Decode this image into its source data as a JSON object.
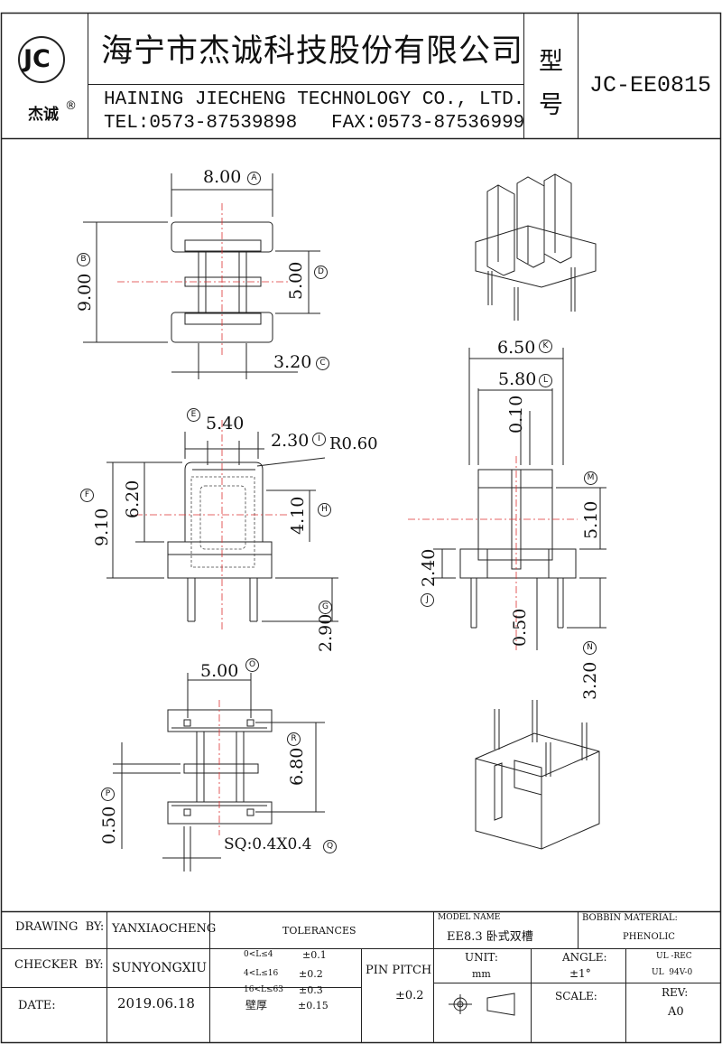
{
  "header": {
    "logo_text": "JC",
    "logo_sub": "杰诚",
    "registered": "®",
    "company_cn": "海宁市杰诚科技股份有限公司",
    "company_en": "HAINING JIECHENG TECHNOLOGY CO., LTD.",
    "contact": "TEL:0573-87539898   FAX:0573-87536999",
    "model_label_1": "型",
    "model_label_2": "号",
    "model_number": "JC-EE0815"
  },
  "dimensions": {
    "A": {
      "value": "8.00",
      "tag": "A"
    },
    "B": {
      "value": "9.00",
      "tag": "B"
    },
    "C": {
      "value": "3.20",
      "tag": "C"
    },
    "D": {
      "value": "5.00",
      "tag": "D"
    },
    "E": {
      "value": "5.40",
      "tag": "E"
    },
    "F": {
      "value": "9.10",
      "tag": "F"
    },
    "F2": {
      "value": "6.20"
    },
    "G": {
      "value": "2.90",
      "tag": "G"
    },
    "H": {
      "value": "4.10",
      "tag": "H"
    },
    "I": {
      "value": "2.30",
      "tag": "I"
    },
    "R": {
      "value": "R0.60"
    },
    "J": {
      "value": "2.40",
      "tag": "J"
    },
    "K": {
      "value": "6.50",
      "tag": "K"
    },
    "L": {
      "value": "5.80",
      "tag": "L"
    },
    "L2": {
      "value": "0.10"
    },
    "M": {
      "value": "5.10",
      "tag": "M"
    },
    "N": {
      "value": "3.20",
      "tag": "N"
    },
    "N2": {
      "value": "0.50"
    },
    "O": {
      "value": "5.00",
      "tag": "O"
    },
    "P": {
      "value": "0.50",
      "tag": "P"
    },
    "Q": {
      "value": "SQ:0.4X0.4",
      "tag": "Q"
    },
    "Rr": {
      "value": "6.80",
      "tag": "R"
    }
  },
  "title_block": {
    "drawing_by_label": "DRAWING  BY:",
    "drawing_by": "YANXIAOCHENG",
    "checker_by_label": "CHECKER  BY:",
    "checker_by": "SUNYONGXIU",
    "date_label": "DATE:",
    "date": "2019.06.18",
    "tolerances_label": "TOLERANCES",
    "tol_rows": [
      {
        "range": "0<L≤4",
        "tol": "±0.1"
      },
      {
        "range": "4<L≤16",
        "tol": "±0.2"
      },
      {
        "range": "16<L≤63",
        "tol": "±0.3"
      },
      {
        "range": "壁厚",
        "tol": "±0.15"
      }
    ],
    "pin_pitch_label": "PIN PITCH",
    "pin_pitch": "±0.2",
    "model_name_label": "MODEL NAME",
    "model_name": "EE8.3 卧式双槽",
    "bobbin_material_label": "BOBBIN MATERIAL:",
    "bobbin_material": "PHENOLIC",
    "unit_label": "UNIT:",
    "unit": "mm",
    "angle_label": "ANGLE:",
    "angle": "±1°",
    "ul_1": "UL -REC",
    "ul_2": "UL  94V-0",
    "scale_label": "SCALE:",
    "rev_label": "REV:",
    "rev": "A0"
  }
}
